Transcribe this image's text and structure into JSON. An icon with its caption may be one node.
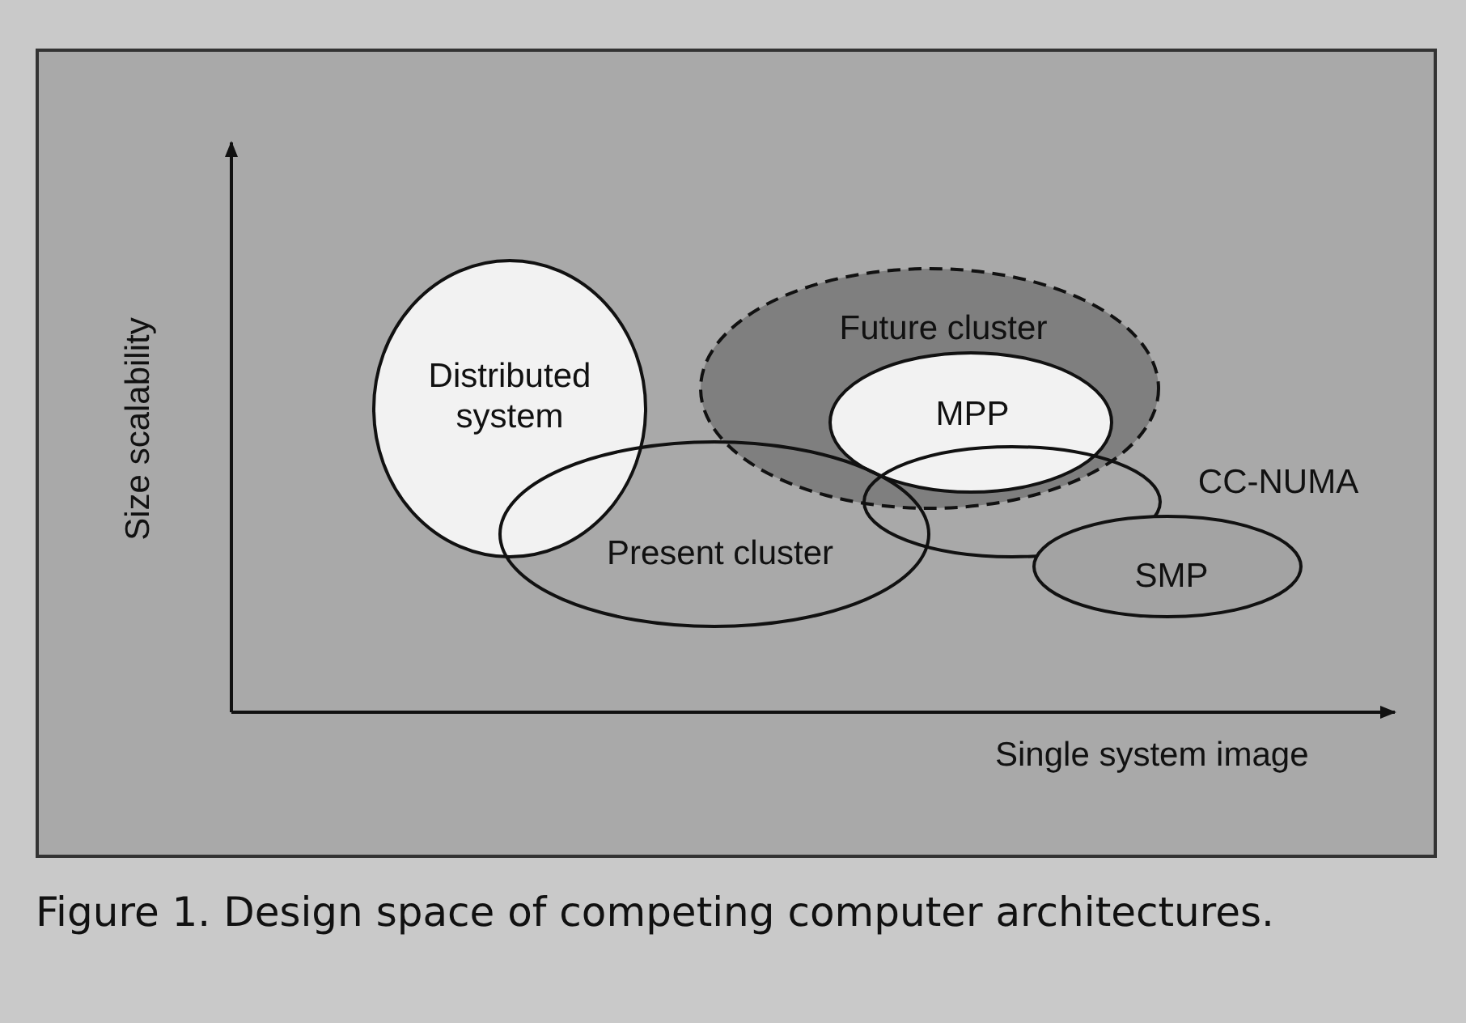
{
  "diagram": {
    "caption": "Figure 1. Design space of competing computer architectures.",
    "nodes": [
      {
        "text": [
          "Distributed system"
        ]
      },
      {
        "text": [
          "Future cluster"
        ]
      },
      {
        "text": [
          "MPP"
        ],
        "in": 1
      },
      {
        "text": [
          "Present cluster"
        ]
      },
      {
        "text": [
          "CC-NUMA"
        ]
      },
      {
        "text": [
          "SMP"
        ]
      }
    ],
    "labels": [
      "Size scalability",
      "Single system image"
    ]
  }
}
